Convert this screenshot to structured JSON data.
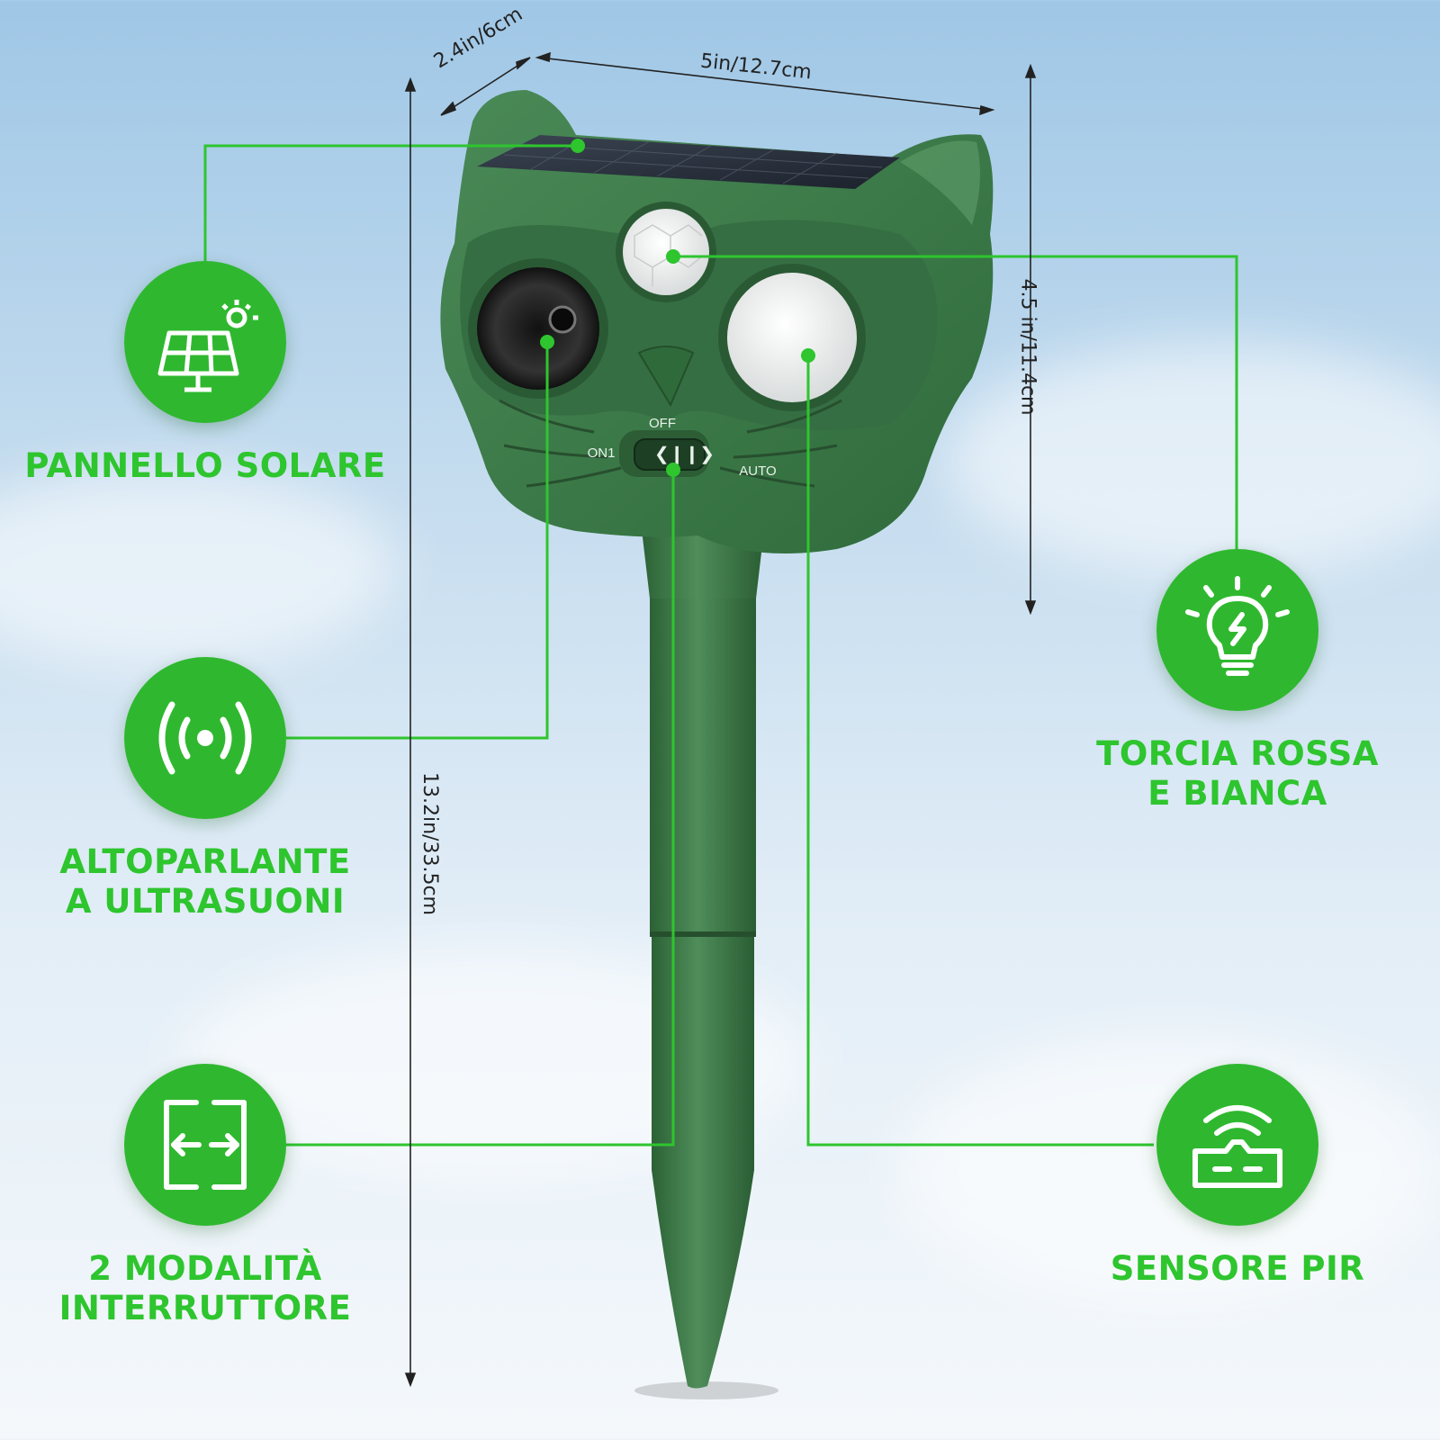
{
  "features": {
    "solar_panel": {
      "line1": "PANNELLO SOLARE",
      "icon": "solar-panel-icon"
    },
    "speaker": {
      "line1": "ALTOPARLANTE",
      "line2": "A ULTRASUONI",
      "icon": "ultrasonic-speaker-icon"
    },
    "switch": {
      "line1": "2 MODALITÀ",
      "line2": "INTERRUTTORE",
      "icon": "switch-mode-icon"
    },
    "torch": {
      "line1": "TORCIA ROSSA",
      "line2": "E BIANCA",
      "icon": "light-bulb-icon"
    },
    "pir": {
      "line1": "SENSORE PIR",
      "icon": "pir-sensor-icon"
    }
  },
  "dimensions": {
    "depth": "2.4in/6cm",
    "width": "5in/12.7cm",
    "head_height": "4.5 in/11.4cm",
    "total_height": "13.2in/33.5cm"
  },
  "device": {
    "switch_off": "OFF",
    "switch_on": "ON1",
    "switch_auto": "AUTO"
  },
  "colors": {
    "accent": "#2fb82f",
    "device": "#3e7a4c"
  }
}
